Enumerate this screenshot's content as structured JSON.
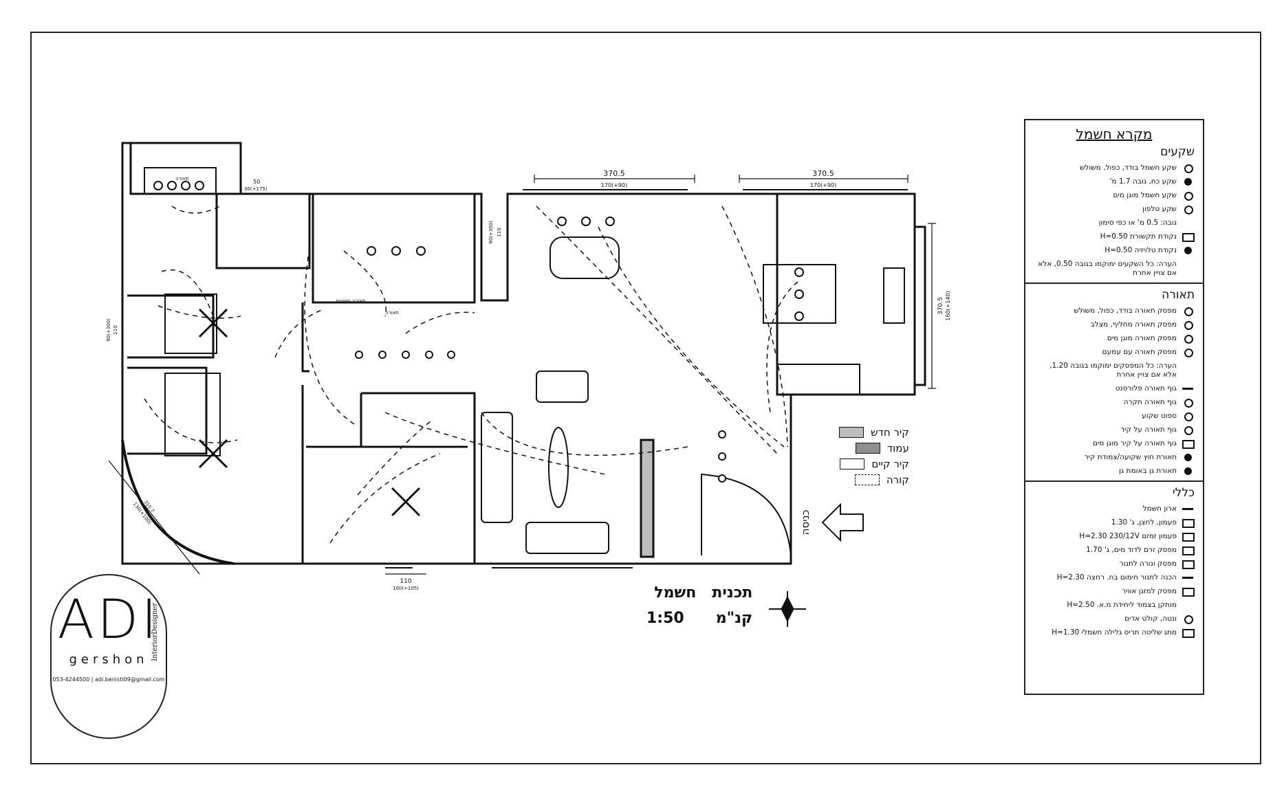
{
  "legend": {
    "title": "מקרא חשמל",
    "sections": [
      {
        "heading": "שקעים",
        "items": [
          {
            "text": "שקע חשמל בודד, כפול, משולש",
            "icon": "socket-icon"
          },
          {
            "text": "שקע כח, גובה 1.7 מ'",
            "icon": "power-socket-icon"
          },
          {
            "text": "שקע חשמל מוגן מים",
            "icon": "waterproof-socket-icon"
          },
          {
            "text": "שקע טלפון",
            "icon": "phone-socket-icon"
          },
          {
            "text": "גובה: 0.5 מ' או כפי סימון",
            "icon": ""
          },
          {
            "text": "נקודת תקשורת H=0.50",
            "icon": "data-point-icon"
          },
          {
            "text": "נקודת טלויזיה H=0.50",
            "icon": "tv-point-icon"
          },
          {
            "text": "הערה: כל השקעים ימוקמו בגובה 0.50, אלא אם צויין אחרת",
            "icon": "note-icon"
          }
        ]
      },
      {
        "heading": "תאורה",
        "items": [
          {
            "text": "מפסק תאורה בודד, כפול, משולש",
            "icon": "switch-icon"
          },
          {
            "text": "מפסק תאורה מחליף, מצלב",
            "icon": "two-way-switch-icon"
          },
          {
            "text": "מפסק תאורה מוגן מים",
            "icon": "waterproof-switch-icon"
          },
          {
            "text": "מפסק תאורה עם עמעם",
            "icon": "dimmer-switch-icon"
          },
          {
            "text": "הערה: כל המפסקים ימוקמו בגובה 1.20, אלא אם צויין אחרת",
            "icon": "note-icon"
          },
          {
            "text": "גוף תאורה פלורסנט",
            "icon": "fluorescent-light-icon"
          },
          {
            "text": "גוף תאורה תקרה",
            "icon": "ceiling-light-icon"
          },
          {
            "text": "ספוט שקוע",
            "icon": "recessed-spot-icon"
          },
          {
            "text": "גוף תאורה על קיר",
            "icon": "wall-light-icon"
          },
          {
            "text": "גוף תאורה על קיר מוגן מים",
            "icon": "waterproof-wall-light-icon"
          },
          {
            "text": "תאורת חוץ שקועה/צמודת קיר",
            "icon": "outdoor-light-icon"
          },
          {
            "text": "תאורת גן באומת גן",
            "icon": "garden-light-icon"
          }
        ]
      },
      {
        "heading": "כללי",
        "items": [
          {
            "text": "ארון חשמל",
            "icon": "electric-panel-icon"
          },
          {
            "text": "פעמון, לחצן, ג' 1.30",
            "icon": "bell-button-icon"
          },
          {
            "text": "פעמון זמזם H=2.30 230/12V",
            "icon": "buzzer-icon"
          },
          {
            "text": "מפסק זרם לדוד מים, ג' 1.70",
            "icon": "boiler-switch-icon"
          },
          {
            "text": "מפסק ונורה לתנור",
            "icon": "oven-switch-icon"
          },
          {
            "text": "הכנה לתנור חימום בח. רחצה H=2.30",
            "icon": "heater-icon"
          },
          {
            "text": "מפסק למזגן אוויר",
            "icon": "ac-switch-icon"
          },
          {
            "text": "מותקן בצמוד ליחידת מ.א. H=2.50",
            "icon": ""
          },
          {
            "text": "ונטה, קולט אדים",
            "icon": "vent-icon"
          },
          {
            "text": "מתג שליטה תריס גלילה חשמלי H=1.30",
            "icon": "shutter-switch-icon"
          }
        ]
      }
    ]
  },
  "wall_legend": [
    {
      "label": "קיר חדש",
      "fill": "#bdbdbd",
      "dashed": false
    },
    {
      "label": "עמוד",
      "fill": "#8f8f8f",
      "dashed": false
    },
    {
      "label": "קיר קיים",
      "fill": "#ffffff",
      "dashed": false
    },
    {
      "label": "קורה",
      "fill": "#ffffff",
      "dashed": true
    }
  ],
  "title_block": {
    "plan_label": "תכנית",
    "plan_type": "חשמל",
    "scale_label": "קנ\"מ",
    "scale": "1:50"
  },
  "entrance_label": "כניסה",
  "plan_labels": {
    "dim_top_left": "370.5",
    "dim_top_left_sub": "170(+90)",
    "dim_top_right": "370.5",
    "dim_top_right_sub": "170(+90)",
    "dim_right": "370.5",
    "dim_right_sub": "160(+140)",
    "dim_bottom": "110",
    "dim_bottom_sub": "100(+105)",
    "dim_small_top": "50",
    "dim_small_top_sub": "30(+175)",
    "dim_left_window": "90(+300)",
    "dim_left_window_sub": "110",
    "dim_mid_window": "90(+300)",
    "dim_mid_window_sub": "110",
    "dim_curve": "130(+100)",
    "dim_curve_sub": "315.7",
    "label_lighting": "תאורה",
    "label_lighting_spots": "תאורה ספוטים",
    "label_lighting2": "תאורה"
  },
  "logo": {
    "letters": "ADI",
    "subtitle": "InteriorDesigner",
    "name": "gershon",
    "phone": "053-4244500",
    "email": "adi.benisti09@gmail.com"
  },
  "colors": {
    "line": "#111111",
    "new_wall": "#bdbdbd",
    "column": "#8f8f8f"
  }
}
